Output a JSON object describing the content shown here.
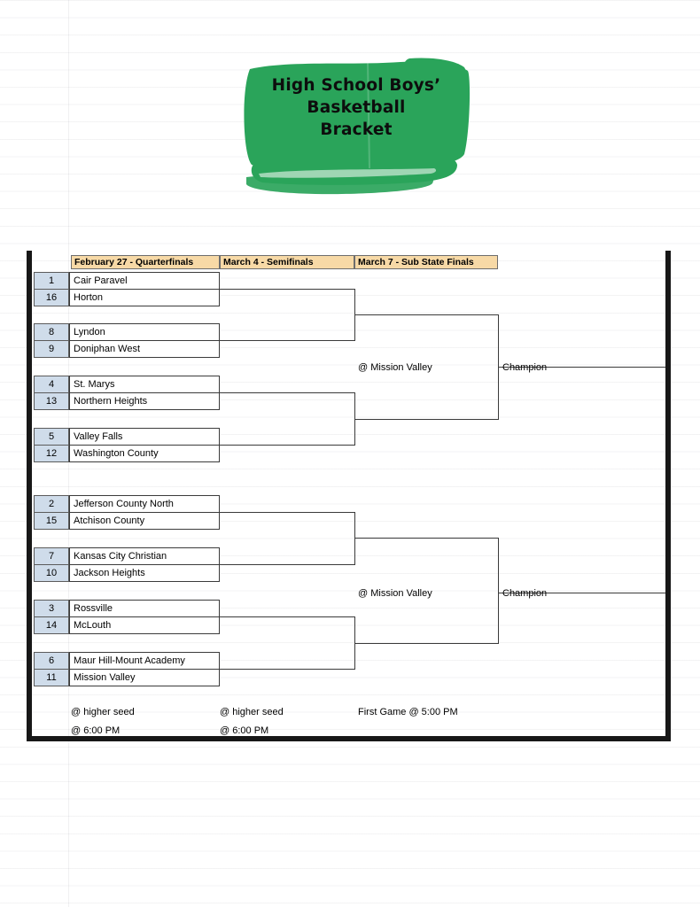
{
  "title": {
    "line1": "High School Boys’",
    "line2": "Basketball",
    "line3": "Bracket",
    "banner_color": "#2aa45a"
  },
  "bracket": {
    "round_headers": [
      {
        "label": "February 27 - Quarterfinals"
      },
      {
        "label": "March 4 - Semifinals"
      },
      {
        "label": "March 7 - Sub State Finals"
      }
    ],
    "matchups": [
      {
        "seed_top": "1",
        "team_top": "Cair Paravel",
        "seed_bottom": "16",
        "team_bottom": "Horton"
      },
      {
        "seed_top": "8",
        "team_top": "Lyndon",
        "seed_bottom": "9",
        "team_bottom": "Doniphan West"
      },
      {
        "seed_top": "4",
        "team_top": "St. Marys",
        "seed_bottom": "13",
        "team_bottom": "Northern Heights"
      },
      {
        "seed_top": "5",
        "team_top": "Valley Falls",
        "seed_bottom": "12",
        "team_bottom": "Washington County"
      },
      {
        "seed_top": "2",
        "team_top": "Jefferson County North",
        "seed_bottom": "15",
        "team_bottom": "Atchison County"
      },
      {
        "seed_top": "7",
        "team_top": "Kansas City Christian",
        "seed_bottom": "10",
        "team_bottom": "Jackson Heights"
      },
      {
        "seed_top": "3",
        "team_top": "Rossville",
        "seed_bottom": "14",
        "team_bottom": "McLouth"
      },
      {
        "seed_top": "6",
        "team_top": "Maur Hill-Mount Academy",
        "seed_bottom": "11",
        "team_bottom": "Mission Valley"
      }
    ],
    "final_site_top": "@ Mission Valley",
    "final_site_bottom": "@ Mission Valley",
    "champion_top": "Champion",
    "champion_bottom": "Champion",
    "notes": {
      "quarterfinal_site": "@ higher seed",
      "quarterfinal_time": "@ 6:00 PM",
      "semifinal_site": "@ higher seed",
      "semifinal_time": "@ 6:00 PM",
      "final_time": "First Game @ 5:00 PM"
    }
  }
}
